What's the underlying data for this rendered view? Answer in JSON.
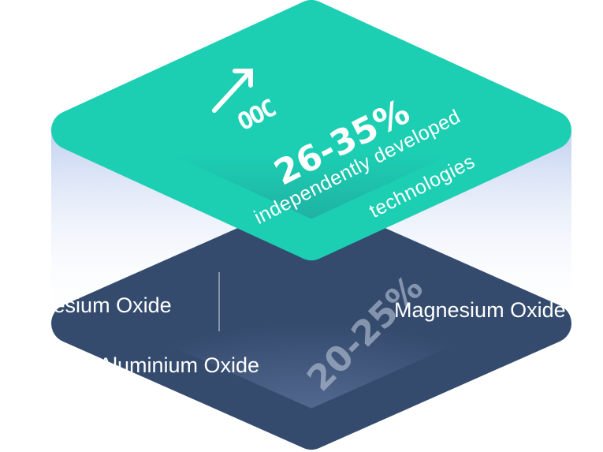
{
  "top_layer": {
    "icon": "ooc-arrow-up-icon",
    "icon_text": "OOC",
    "percent": "26-35%",
    "line1": "independently developed",
    "line2": "technologies"
  },
  "bottom_layer": {
    "percent": "20-25%",
    "labels": [
      "Magnesium Oxide",
      "Magnesium Oxide",
      "Aluminium Oxide"
    ]
  },
  "colors": {
    "top": "#1ccfb3",
    "bottom": "#344b6e",
    "band": "#c9d6ef"
  }
}
